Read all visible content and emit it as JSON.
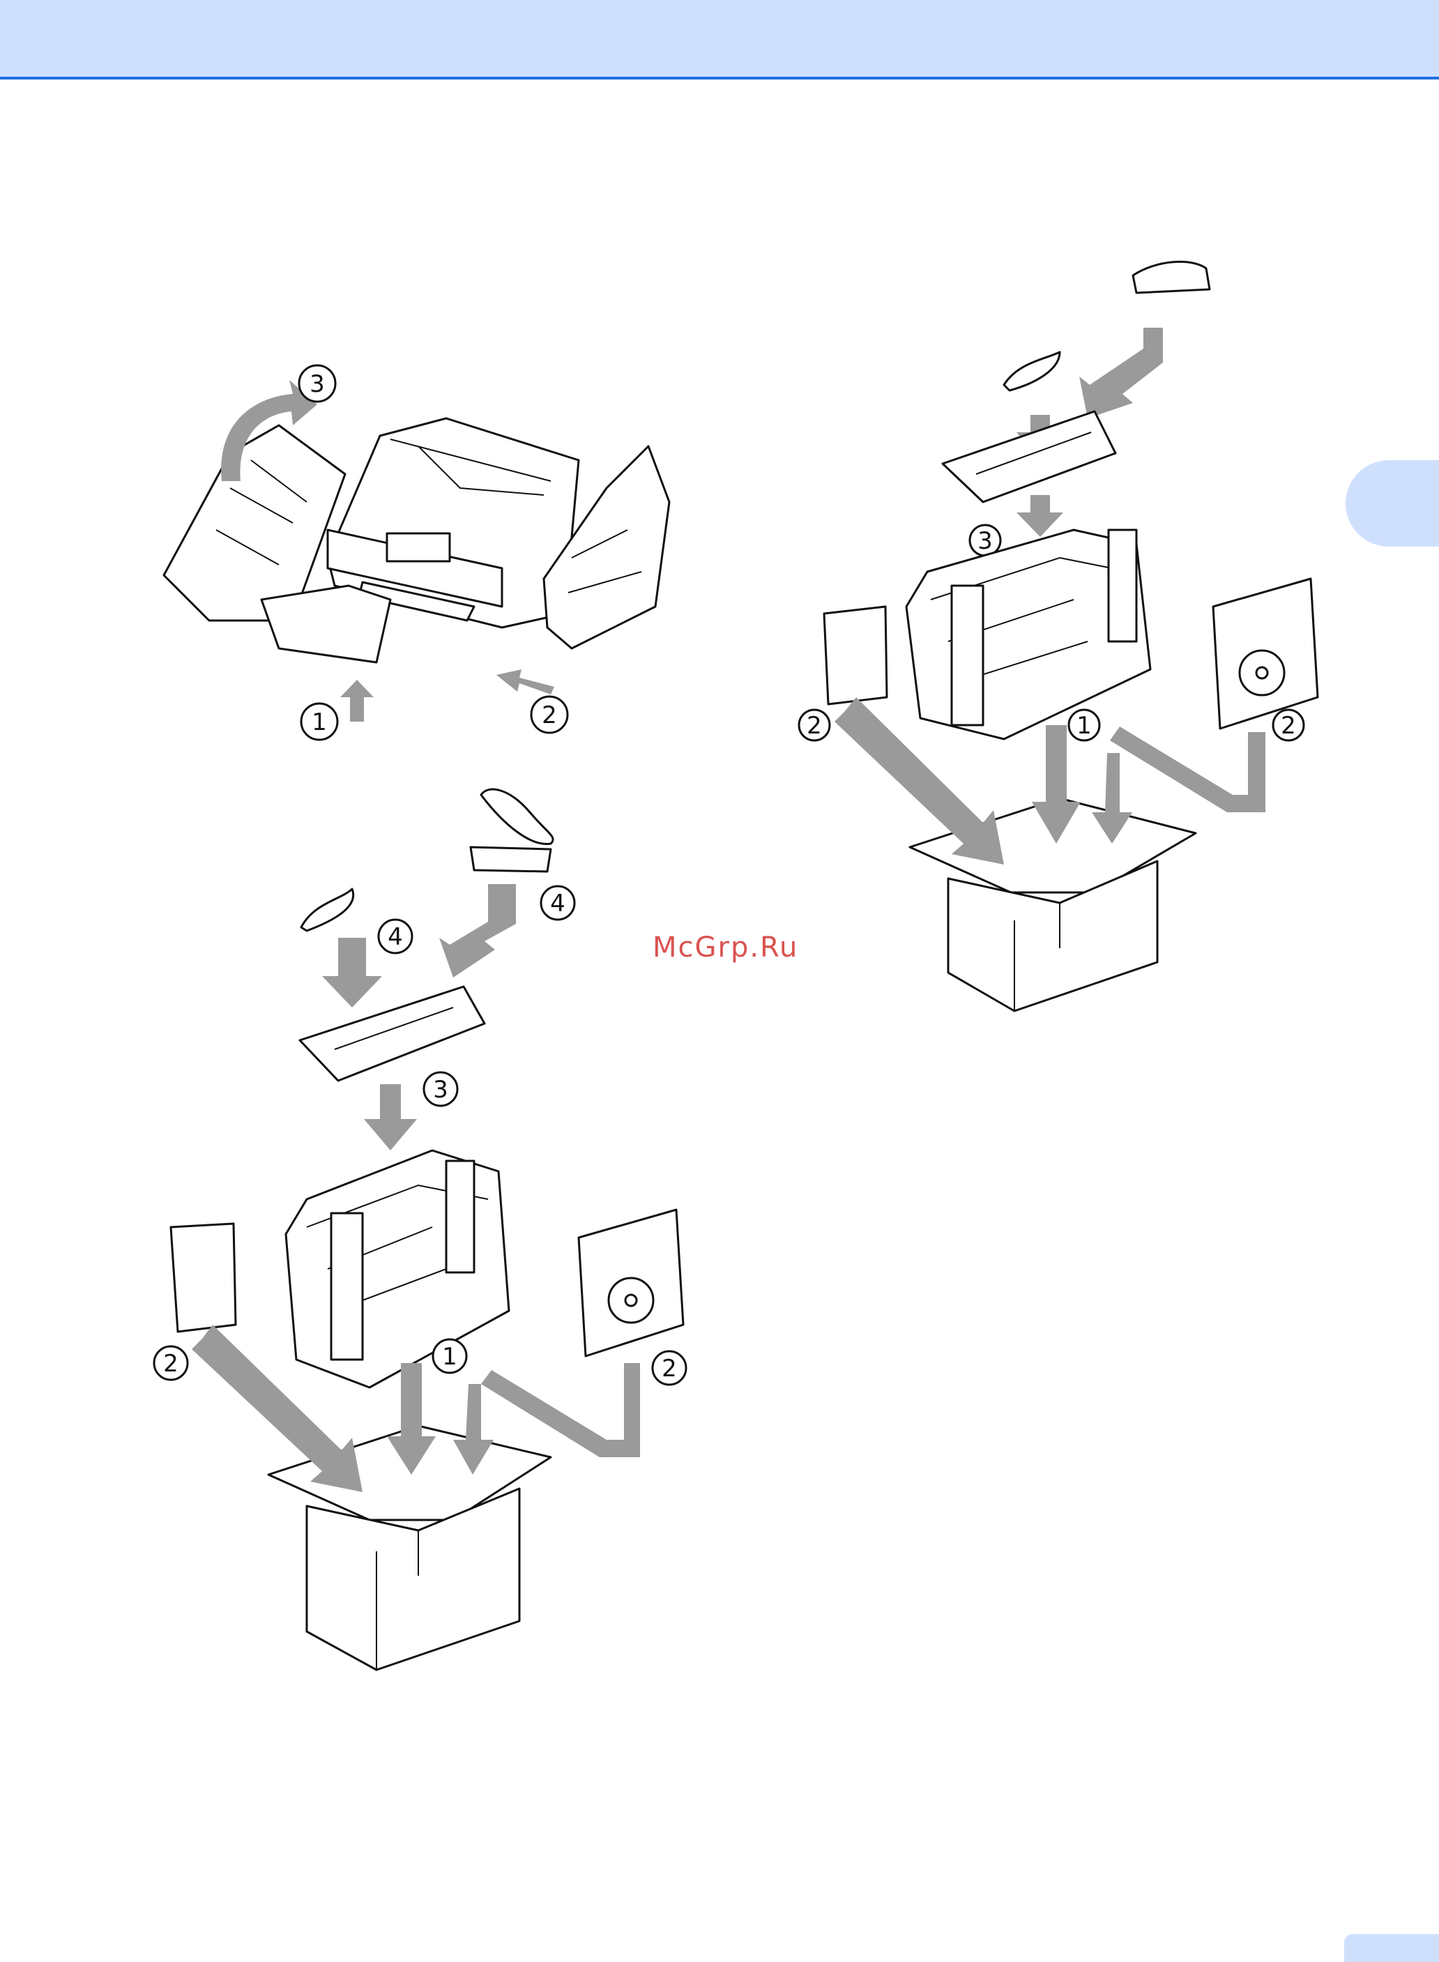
{
  "watermark": "McGrp.Ru",
  "callouts": {
    "one": "1",
    "two": "2",
    "three": "3",
    "four": "4"
  },
  "colors": {
    "header_band": "#cfe0fd",
    "header_rule": "#1f6fe0",
    "arrow_gray": "#9a9a9a",
    "watermark": "#d9534f"
  }
}
